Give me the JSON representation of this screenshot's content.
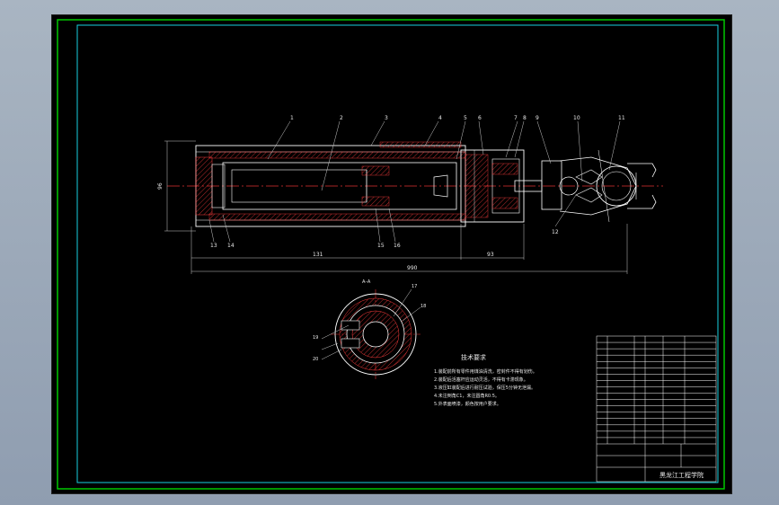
{
  "colors": {
    "background": "#000000",
    "outer_frame": "#00c800",
    "inner_frame": "#18d0e0",
    "geometry": "#ffffff",
    "centerline": "#e03030",
    "hatch": "#ff3c3c",
    "dimension": "#c8c8c8"
  },
  "main_view": {
    "part_labels": [
      "1",
      "2",
      "3",
      "4",
      "5",
      "6",
      "7",
      "8",
      "9",
      "10",
      "11"
    ],
    "lower_labels": [
      "13",
      "14",
      "15",
      "16"
    ],
    "right_label": "12",
    "dimensions": {
      "left": "131",
      "total": "990",
      "right": "93",
      "height": "96"
    }
  },
  "section_view": {
    "title": "A–A",
    "labels": [
      "17",
      "18",
      "19",
      "20"
    ]
  },
  "tech_notes": {
    "title": "技术要求",
    "lines": [
      "1.装配前所有零件用煤油清洗，密封件不得有划伤。",
      "2.装配后活塞杆应运动灵活，不得有卡滞现象。",
      "3.液压缸装配后进行耐压试验，保压5分钟无泄漏。",
      "4.未注倒角C1，未注圆角R0.5。",
      "5.外表面喷漆，颜色按用户要求。"
    ]
  },
  "title_block": {
    "school": "黑龙江工程学院",
    "rows": 17
  }
}
